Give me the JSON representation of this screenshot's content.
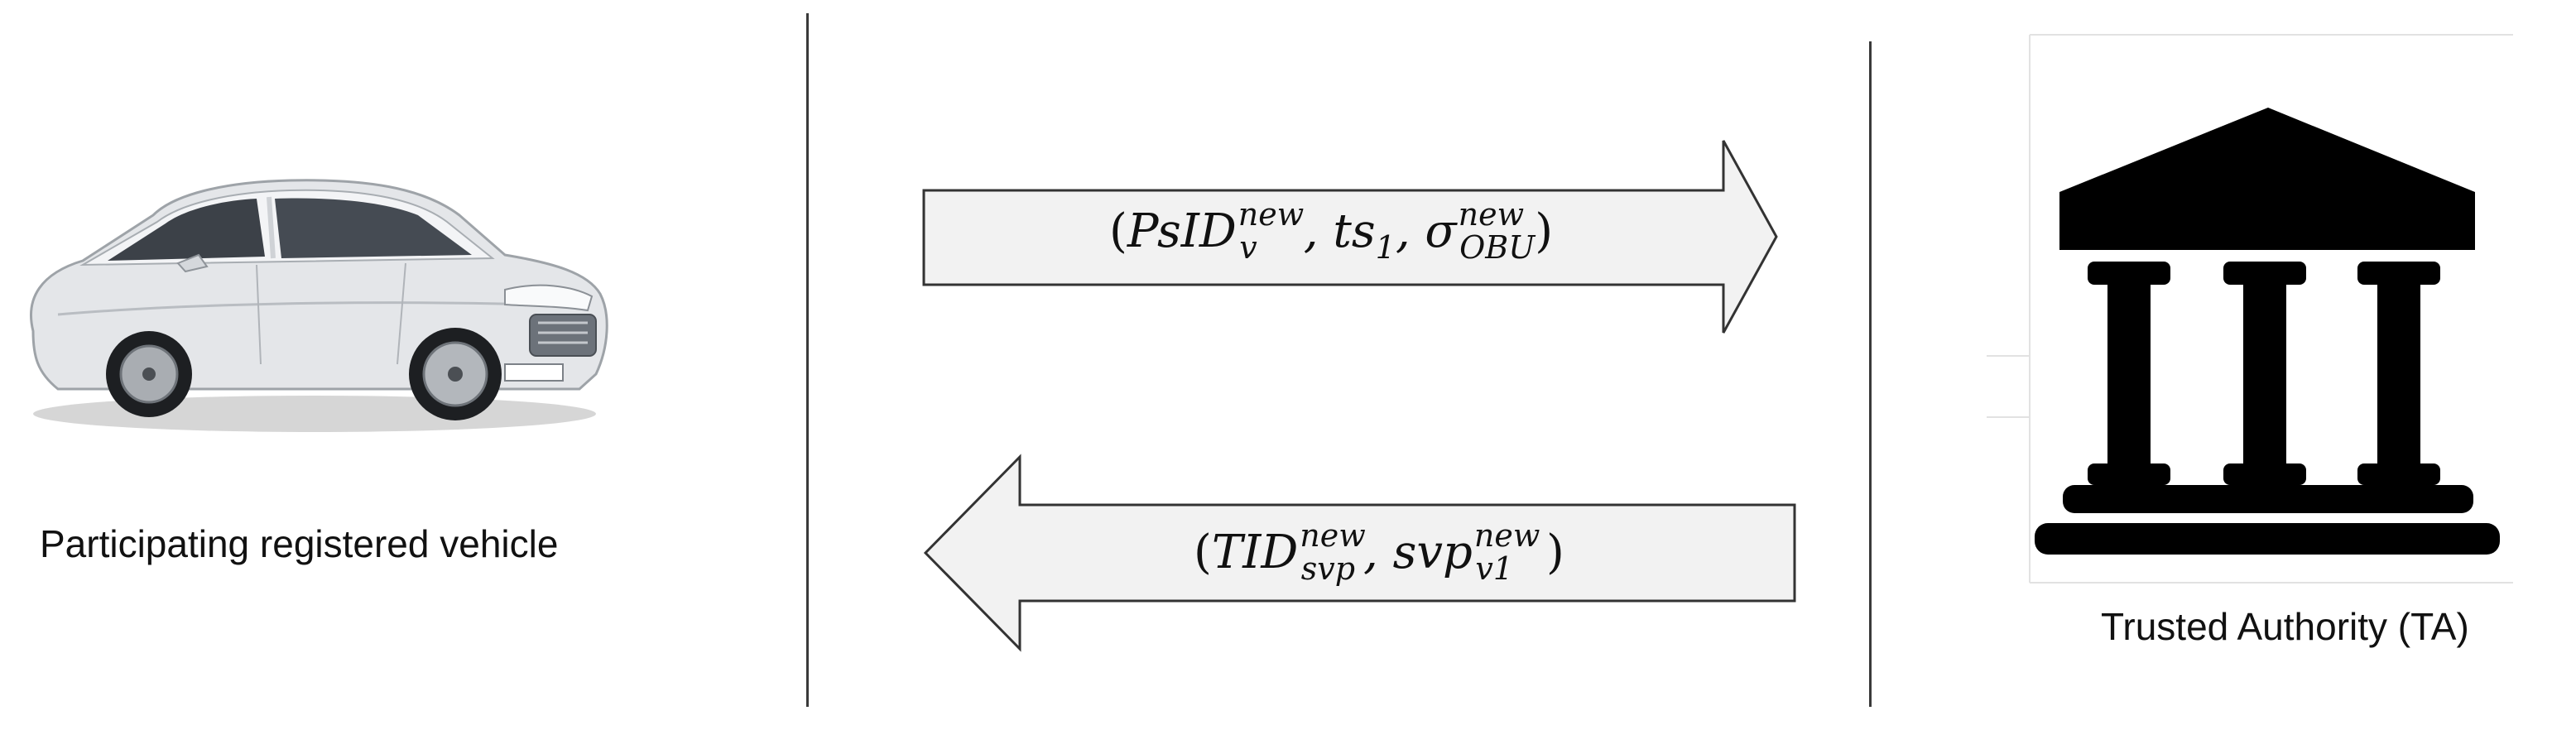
{
  "vehicle": {
    "caption": "Participating registered vehicle"
  },
  "authority": {
    "caption": "Trusted Authority (TA)"
  },
  "messages": {
    "to_ta": {
      "open": "(",
      "part1": "PsID",
      "part1_sup": "new",
      "part1_sub": "v",
      "sep1": ", ",
      "part2": "ts",
      "part2_sub": "1",
      "sep2": ", ",
      "part3": "σ",
      "part3_sup": "new",
      "part3_sub": "OBU",
      "close": ")"
    },
    "to_vehicle": {
      "open": "(",
      "part1": "TID",
      "part1_sup": "new",
      "part1_sub": "svp",
      "sep1": ", ",
      "part2": "svp",
      "part2_sup": "new",
      "part2_sub": "v1",
      "close": ")"
    }
  },
  "colors": {
    "arrow_fill": "#f2f2f2",
    "arrow_stroke": "#333333",
    "icon_black": "#000000",
    "divider": "#3a3a3a"
  },
  "icons": {
    "vehicle": "car-icon",
    "authority": "government-building-icon"
  }
}
